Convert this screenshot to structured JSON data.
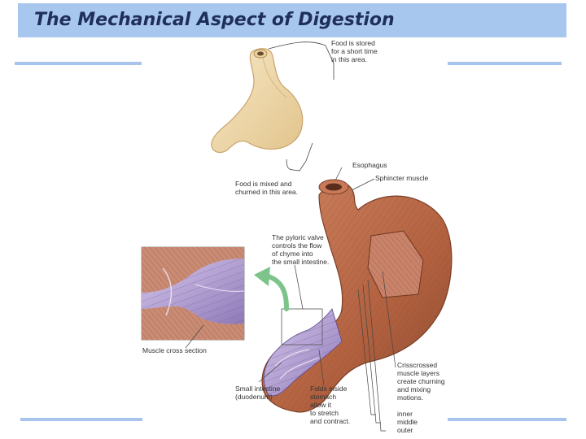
{
  "slide": {
    "title": "The Mechanical Aspect of Digestion"
  },
  "diagram": {
    "labels": {
      "food_stored": "Food is stored\nfor a short time\nin this area.",
      "food_mixed": "Food is mixed and\nchurned in this area.",
      "esophagus": "Esophagus",
      "sphincter": "Sphincter muscle",
      "pyloric": "The pyloric valve\ncontrols the flow\nof chyme into\nthe small intestine.",
      "muscle_cross": "Muscle cross section",
      "small_intestine": "Small intestine\n(duodenum)",
      "folds": "Folds inside\nstomach\nallow it\nto stretch\nand contract.",
      "crisscrossed": "Crisscrossed\nmuscle layers\ncreate churning\nand mixing\nmotions.",
      "inner": "inner",
      "middle": "middle",
      "outer": "outer"
    }
  },
  "colors": {
    "title_bar": "#a8c7ef",
    "title_text": "#1f2f5a",
    "stomach_small": "#f1dcae",
    "stomach_muscle": "#b8664a",
    "mucosa": "#b6a3d8",
    "arrow": "#7cc48a"
  }
}
